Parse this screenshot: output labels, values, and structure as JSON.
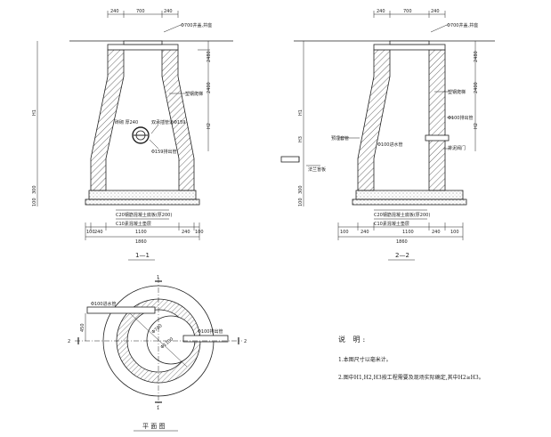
{
  "section_1": {
    "title": "1—1",
    "dims_top": [
      "240",
      "700",
      "240"
    ],
    "dims_bottom_1": [
      "100",
      "240",
      "1100",
      "240",
      "100"
    ],
    "dims_bottom_2": "1860",
    "dims_right": [
      "2480",
      "2400",
      "H2"
    ],
    "dims_left": [
      "H1",
      "300",
      "100"
    ],
    "labels": {
      "cover": "Φ700井盖,井座",
      "step": "塑钢爬梯",
      "inlet_pipe": "双承插管道Φ159",
      "outlet_pipe": "Φ159排出管",
      "wall": "砖砌 厚240",
      "base1": "C20钢筋混凝土底板(厚200)",
      "base2": "C10素混凝土垫层"
    }
  },
  "section_2": {
    "title": "2—2",
    "dims_top": [
      "240",
      "700",
      "240"
    ],
    "dims_bottom_1": [
      "100",
      "240",
      "1100",
      "240",
      "100"
    ],
    "dims_bottom_2": "1860",
    "dims_right": [
      "2480",
      "2400",
      "H2"
    ],
    "dims_left": [
      "H1",
      "H3",
      "300",
      "100"
    ],
    "labels": {
      "cover": "Φ700井盖,井座",
      "step": "塑钢爬梯",
      "inlet_pipe": "Φ100进水管",
      "drain_pipe": "Φ100排出管",
      "plug": "排泥阀门",
      "vent": "预埋套管",
      "flange": "法兰盲板",
      "base1": "C20钢筋混凝土底板(厚200)",
      "base2": "C10素混凝土垫层"
    }
  },
  "plan": {
    "title": "平 面 图",
    "section_marks": [
      "1",
      "1",
      "2",
      "2"
    ],
    "labels": {
      "inlet": "Φ100进水管",
      "outlet": "Φ100排出管",
      "dim_d1": "Φ700",
      "dim_d2": "Φ1100",
      "dim_side": "450"
    }
  },
  "notes": {
    "title": "说 明:",
    "items": [
      "1.本图尺寸以毫米计。",
      "2.图中H1,H2,H3按工程需要及现场实际确定,其中H2≥H3。"
    ]
  }
}
